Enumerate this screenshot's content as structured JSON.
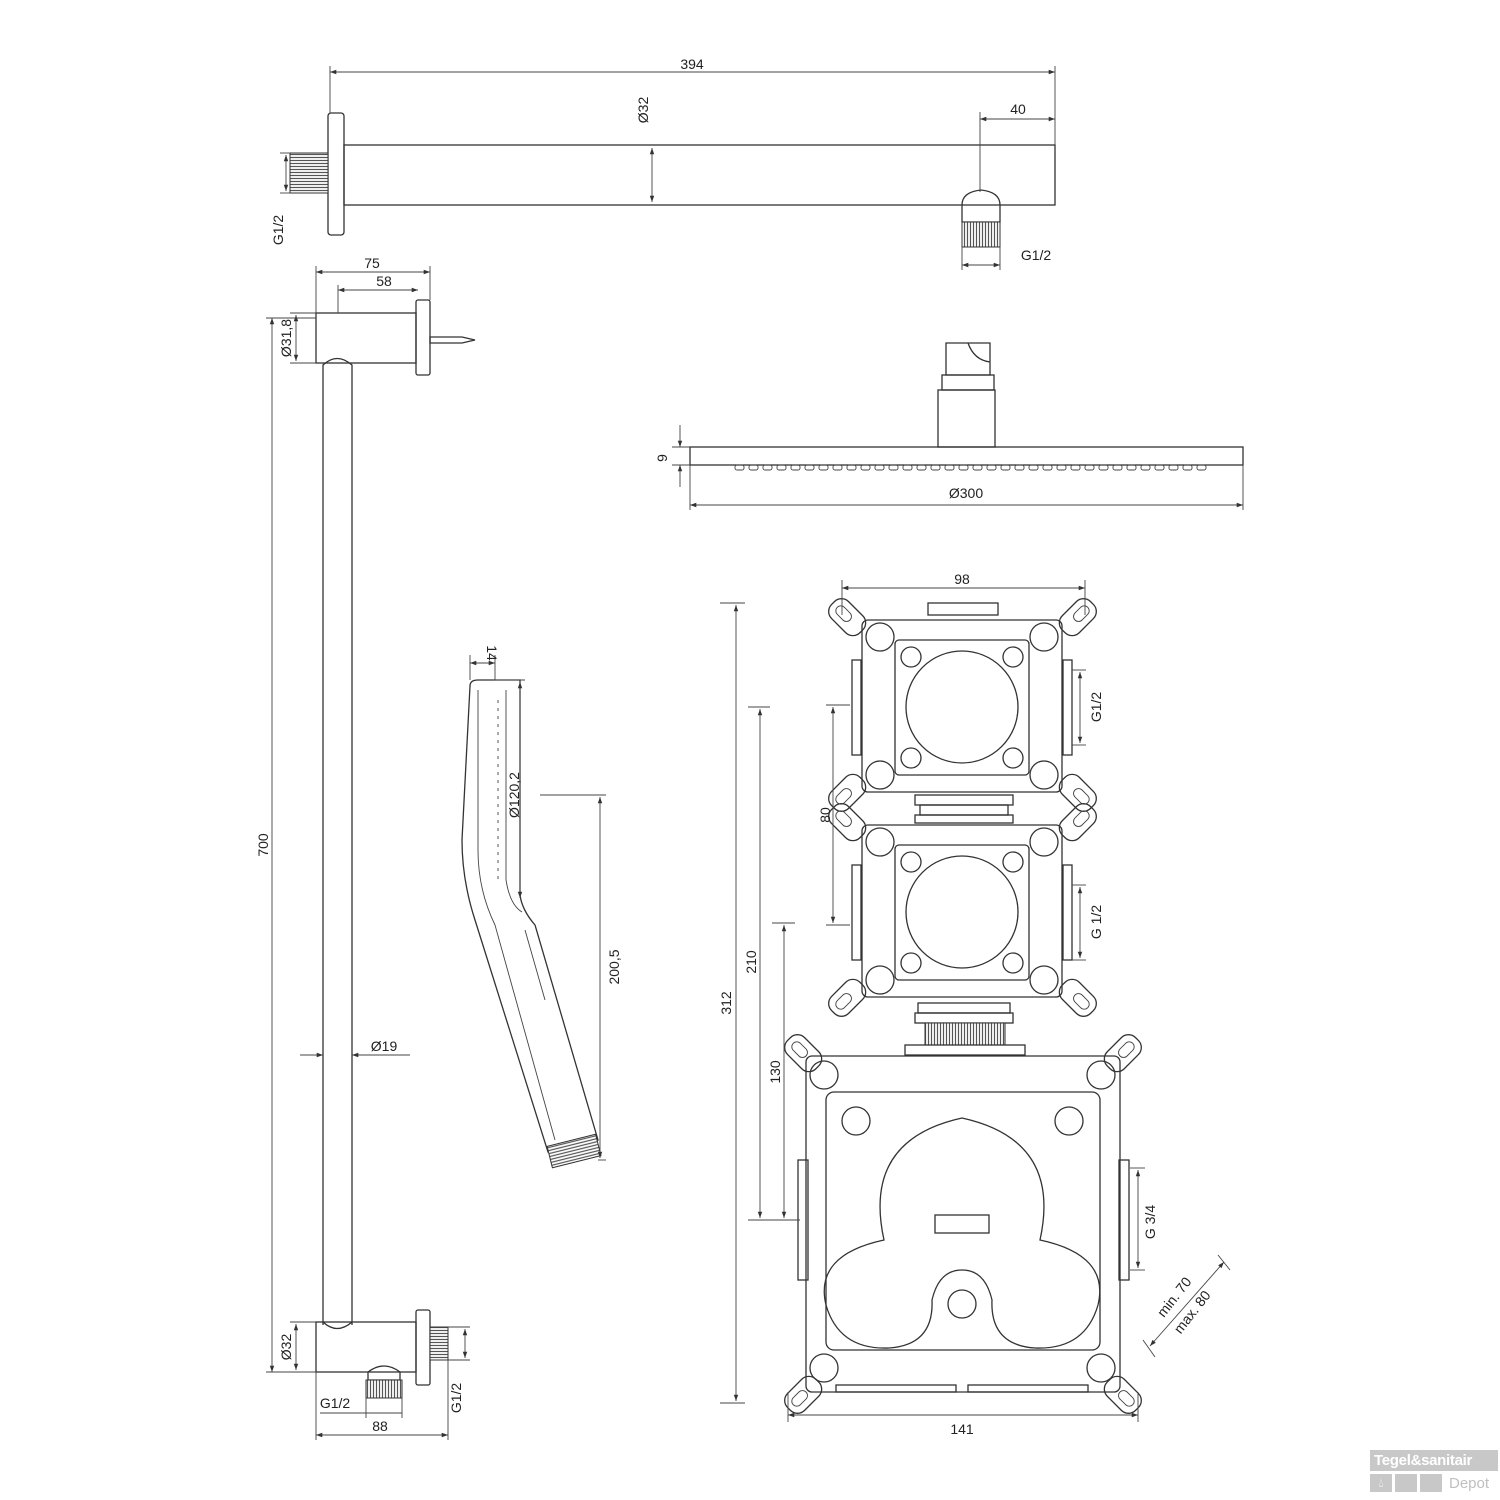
{
  "shower_arm": {
    "length": "394",
    "tube_diameter": "Ø32",
    "outlet_offset": "40",
    "wall_thread": "G1/2",
    "outlet_thread": "G1/2"
  },
  "slide_bar": {
    "bracket_depth": "75",
    "bracket_inner": "58",
    "top_diameter": "Ø31,8",
    "length": "700",
    "bar_diameter": "Ø19",
    "bottom_diameter": "Ø32",
    "outlet_thread": "G1/2",
    "bottom_depth": "88",
    "wall_thread": "G1/2"
  },
  "head_shower": {
    "thickness": "9",
    "diameter": "Ø300"
  },
  "hand_shower": {
    "thickness": "14",
    "head_diameter": "Ø120,2",
    "length": "200,5"
  },
  "valve_box": {
    "module_width": "98",
    "upper_thread": "G1/2",
    "module_spacing": "80",
    "middle_thread": "G 1/2",
    "total_height": "312",
    "height_210": "210",
    "height_130": "130",
    "inlet_thread": "G 3/4",
    "depth_min": "min. 70",
    "depth_max": "max. 80",
    "box_width": "141"
  },
  "watermark": {
    "brand": "Tegel&sanitair",
    "sub": "Depot",
    "icon": "water-drop-icon"
  },
  "colors": {
    "line": "#333333",
    "watermark": "#c8c8c8"
  }
}
